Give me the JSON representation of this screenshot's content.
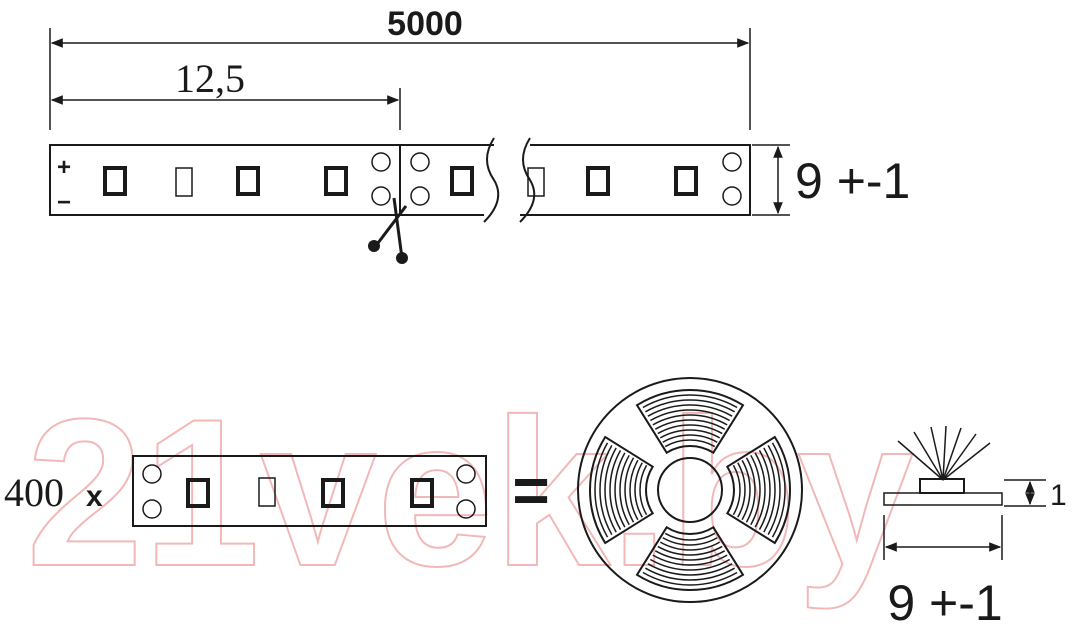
{
  "dimensions": {
    "total_length": "5000",
    "segment_length": "12,5",
    "width": "9 +-1",
    "height": "1",
    "profile_width": "9 +-1"
  },
  "strip": {
    "plus_sign": "+",
    "minus_sign": "−"
  },
  "quantity": {
    "count": "400",
    "multiplier": "x",
    "equals": "="
  },
  "watermark": "21vek.by",
  "colors": {
    "line": "#1a1a1a",
    "watermark": "#f2b8b8"
  },
  "icons": [
    "scissors-icon",
    "light-beam-icon",
    "reel-icon"
  ]
}
